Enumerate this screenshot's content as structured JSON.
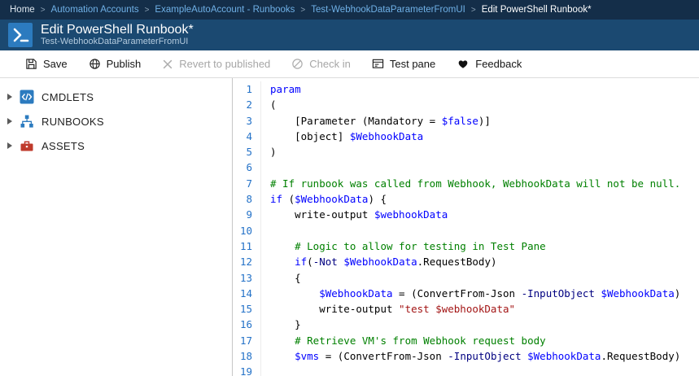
{
  "breadcrumb": {
    "separator": ">",
    "items": [
      {
        "label": "Home"
      },
      {
        "label": "Automation Accounts"
      },
      {
        "label": "ExampleAutoAccount - Runbooks"
      },
      {
        "label": "Test-WebhookDataParameterFromUI"
      },
      {
        "label": "Edit PowerShell Runbook*"
      }
    ]
  },
  "header": {
    "title": "Edit PowerShell Runbook*",
    "subtitle": "Test-WebhookDataParameterFromUI",
    "icon": "runbook-editor-icon",
    "icon_color": "#2c7bbf"
  },
  "toolbar": {
    "buttons": [
      {
        "label": "Save",
        "icon": "save-icon",
        "enabled": true
      },
      {
        "label": "Publish",
        "icon": "publish-icon",
        "enabled": true
      },
      {
        "label": "Revert to published",
        "icon": "revert-icon",
        "enabled": false
      },
      {
        "label": "Check in",
        "icon": "check-in-icon",
        "enabled": false
      },
      {
        "label": "Test pane",
        "icon": "test-pane-icon",
        "enabled": true
      },
      {
        "label": "Feedback",
        "icon": "feedback-heart-icon",
        "enabled": true
      }
    ]
  },
  "sidebar": {
    "items": [
      {
        "label": "CMDLETS",
        "icon": "cmdlets-code-icon",
        "expanded": false
      },
      {
        "label": "RUNBOOKS",
        "icon": "runbooks-hierarchy-icon",
        "expanded": false
      },
      {
        "label": "ASSETS",
        "icon": "assets-toolbox-icon",
        "expanded": false
      }
    ]
  },
  "editor": {
    "language": "PowerShell",
    "colors": {
      "keyword": "#0000ff",
      "variable": "#0000ff",
      "comment": "#008000",
      "string": "#a31515",
      "parameter": "#000080",
      "plain": "#000000",
      "line_number": "#2472c8"
    },
    "lines": [
      {
        "num": 1,
        "tokens": [
          [
            "k",
            "param"
          ]
        ]
      },
      {
        "num": 2,
        "tokens": [
          [
            "p",
            "("
          ]
        ]
      },
      {
        "num": 3,
        "tokens": [
          [
            "p",
            "    [Parameter (Mandatory = "
          ],
          [
            "v",
            "$false"
          ],
          [
            "p",
            ")]"
          ]
        ]
      },
      {
        "num": 4,
        "tokens": [
          [
            "p",
            "    [object] "
          ],
          [
            "v",
            "$WebhookData"
          ]
        ]
      },
      {
        "num": 5,
        "tokens": [
          [
            "p",
            ")"
          ]
        ]
      },
      {
        "num": 6,
        "tokens": []
      },
      {
        "num": 7,
        "tokens": [
          [
            "c",
            "# If runbook was called from Webhook, WebhookData will not be null."
          ]
        ]
      },
      {
        "num": 8,
        "tokens": [
          [
            "k",
            "if"
          ],
          [
            "p",
            " ("
          ],
          [
            "v",
            "$WebhookData"
          ],
          [
            "p",
            ") {"
          ]
        ]
      },
      {
        "num": 9,
        "tokens": [
          [
            "p",
            "    write-output "
          ],
          [
            "v",
            "$webhookData"
          ]
        ]
      },
      {
        "num": 10,
        "tokens": []
      },
      {
        "num": 11,
        "tokens": [
          [
            "c",
            "    # Logic to allow for testing in Test Pane"
          ]
        ]
      },
      {
        "num": 12,
        "tokens": [
          [
            "p",
            "    "
          ],
          [
            "k",
            "if"
          ],
          [
            "p",
            "("
          ],
          [
            "o",
            "-Not"
          ],
          [
            "p",
            " "
          ],
          [
            "v",
            "$WebhookData"
          ],
          [
            "p",
            ".RequestBody)"
          ]
        ]
      },
      {
        "num": 13,
        "tokens": [
          [
            "p",
            "    {"
          ]
        ]
      },
      {
        "num": 14,
        "tokens": [
          [
            "p",
            "        "
          ],
          [
            "v",
            "$WebhookData"
          ],
          [
            "p",
            " = ("
          ],
          [
            "m",
            "ConvertFrom-Json"
          ],
          [
            "p",
            " "
          ],
          [
            "o",
            "-InputObject"
          ],
          [
            "p",
            " "
          ],
          [
            "v",
            "$WebhookData"
          ],
          [
            "p",
            ")"
          ]
        ]
      },
      {
        "num": 15,
        "tokens": [
          [
            "p",
            "        write-output "
          ],
          [
            "s",
            "\"test $webhookData\""
          ]
        ]
      },
      {
        "num": 16,
        "tokens": [
          [
            "p",
            "    }"
          ]
        ]
      },
      {
        "num": 17,
        "tokens": [
          [
            "c",
            "    # Retrieve VM's from Webhook request body"
          ]
        ]
      },
      {
        "num": 18,
        "tokens": [
          [
            "p",
            "    "
          ],
          [
            "v",
            "$vms"
          ],
          [
            "p",
            " = ("
          ],
          [
            "m",
            "ConvertFrom-Json"
          ],
          [
            "p",
            " "
          ],
          [
            "o",
            "-InputObject"
          ],
          [
            "p",
            " "
          ],
          [
            "v",
            "$WebhookData"
          ],
          [
            "p",
            ".RequestBody)"
          ]
        ]
      },
      {
        "num": 19,
        "tokens": []
      }
    ]
  }
}
